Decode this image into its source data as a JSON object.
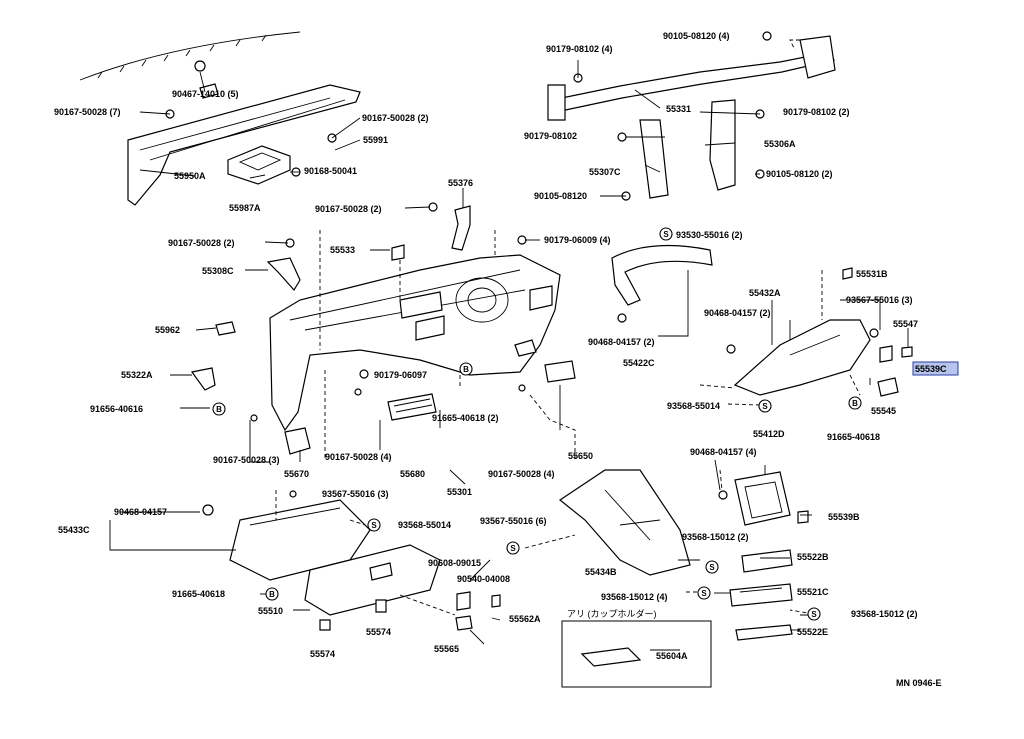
{
  "diagram": {
    "footer_code": "MN 0946-E",
    "highlighted_part": "55539C",
    "cup_holder_note": "アリ (カップホルダー)",
    "labels": [
      "90105-08120 (4)",
      "90179-08102 (4)",
      "90467-14010 (5)",
      "90167-50028 (7)",
      "90167-50028 (2)",
      "55991",
      "55331",
      "90179-08102 (2)",
      "90179-08102",
      "55306A",
      "55950A",
      "90168-50041",
      "55307C",
      "90105-08120 (2)",
      "55987A",
      "90167-50028 (2)",
      "55376",
      "90105-08120",
      "90167-50028 (2)",
      "55533",
      "90179-06009 (4)",
      "93530-55016 (2)",
      "55308C",
      "55531B",
      "55432A",
      "93567-55016 (3)",
      "90468-04157 (2)",
      "55547",
      "55962",
      "90468-04157 (2)",
      "55422C",
      "55539C",
      "55322A",
      "90179-06097",
      "93568-55014",
      "55545",
      "91656-40616",
      "91665-40618 (2)",
      "91665-40618",
      "55412D",
      "90468-04157 (4)",
      "90167-50028 (3)",
      "90167-50028 (4)",
      "55670",
      "55680",
      "90167-50028 (4)",
      "55650",
      "55301",
      "93567-55016 (3)",
      "90468-04157",
      "55539B",
      "55433C",
      "93568-55014",
      "93567-55016 (6)",
      "93568-15012 (2)",
      "55434B",
      "90608-09015",
      "55522B",
      "90540-04008",
      "91665-40618",
      "55510",
      "93568-15012 (4)",
      "55521C",
      "55562A",
      "55574",
      "93568-15012 (2)",
      "55574",
      "55565",
      "55604A",
      "55522E"
    ],
    "symbols": [
      "S",
      "B"
    ]
  }
}
